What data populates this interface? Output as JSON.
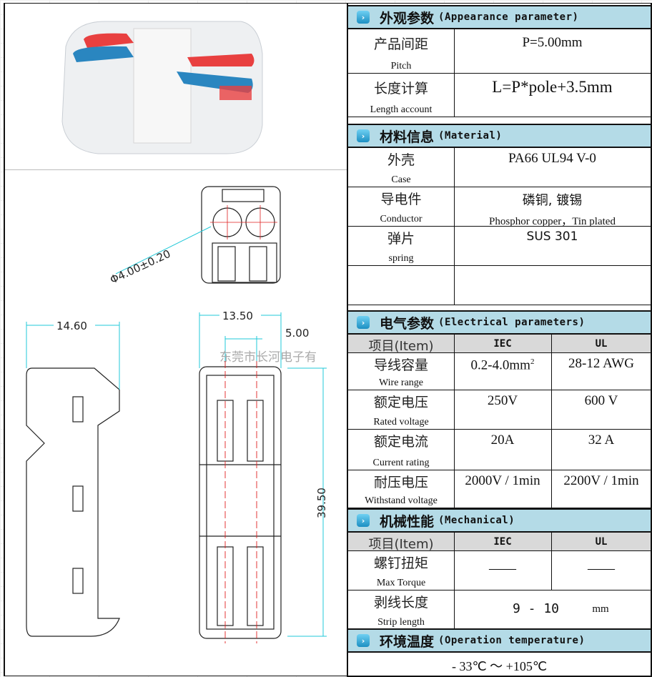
{
  "watermark": "东莞市长河电子有",
  "drawing": {
    "diameter_label": "Φ4.00±0.20",
    "dim_width_side": "14.60",
    "dim_width_top": "13.50",
    "dim_pitch": "5.00",
    "dim_length": "39.50"
  },
  "sections": {
    "appearance": {
      "zh": "外观参数",
      "en": "(Appearance parameter)"
    },
    "material": {
      "zh": "材料信息",
      "en": "(Material)"
    },
    "electrical": {
      "zh": "电气参数",
      "en": "(Electrical parameters)"
    },
    "mechanical": {
      "zh": "机械性能",
      "en": "(Mechanical)"
    },
    "temperature": {
      "zh": "环境温度",
      "en": "(Operation temperature)"
    }
  },
  "appearance": [
    {
      "zh": "产品间距",
      "en": "Pitch",
      "value": "P=5.00mm"
    },
    {
      "zh": "长度计算",
      "en": "Length account",
      "value": "L=P*pole+3.5mm"
    }
  ],
  "material": [
    {
      "zh": "外壳",
      "en": "Case",
      "value": "PA66 UL94 V-0",
      "value2": ""
    },
    {
      "zh": "导电件",
      "en": "Conductor",
      "value": "磷铜, 镀锡",
      "value2": "Phosphor copper，Tin plated"
    },
    {
      "zh": "弹片",
      "en": "spring",
      "value": "SUS  301",
      "value2": ""
    }
  ],
  "item_header": {
    "item": "项目(Item)",
    "iec": "IEC",
    "ul": "UL"
  },
  "electrical": [
    {
      "zh": "导线容量",
      "en": "Wire range",
      "iec": "0.2-4.0mm",
      "iec_sup": "2",
      "ul": "28-12  AWG"
    },
    {
      "zh": "额定电压",
      "en": "Rated voltage",
      "iec": "250V",
      "ul": "600 V"
    },
    {
      "zh": "额定电流",
      "en": "Current rating",
      "iec": "20A",
      "ul": "32 A"
    },
    {
      "zh": "耐压电压",
      "en": "Withstand voltage",
      "iec": "2000V / 1min",
      "ul": "2200V / 1min"
    }
  ],
  "mechanical": {
    "torque": {
      "zh": "螺钉扭矩",
      "en": "Max Torque",
      "iec": "——",
      "ul": "——"
    },
    "strip": {
      "zh": "剥线长度",
      "en": "Strip length",
      "value": "9  -  10",
      "unit": "mm"
    }
  },
  "temperature": {
    "value": "- 33℃  ～  +105℃"
  },
  "colors": {
    "header_bg": "#b4dbe7",
    "item_bg": "#d9d9d9",
    "dim_line": "#22c8d8",
    "center_line": "#e02020",
    "lever_red": "#e84040",
    "lever_blue": "#2a86c0"
  }
}
